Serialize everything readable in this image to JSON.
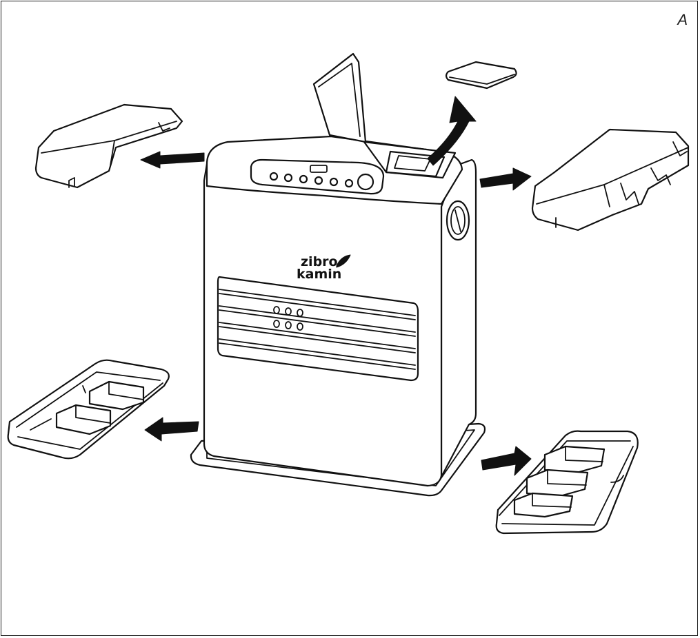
{
  "figure": {
    "label": "A"
  },
  "heater": {
    "brand_line1": "zibro",
    "brand_line2": "kamin"
  },
  "colors": {
    "line": "#111111",
    "background": "#ffffff"
  },
  "icons": [
    "arrow-left-icon",
    "arrow-right-icon",
    "arrow-up-icon"
  ]
}
